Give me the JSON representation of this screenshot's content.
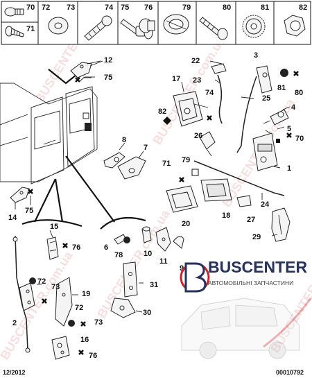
{
  "header": {
    "cells": [
      {
        "nums": [
          "70",
          "71"
        ],
        "icon": "bolt-washer-icon"
      },
      {
        "nums": [
          "72"
        ],
        "icon": "washer-icon"
      },
      {
        "nums": [
          "73"
        ],
        "icon": "screw-icon"
      },
      {
        "nums": [
          "74"
        ],
        "icon": "bolt-icon"
      },
      {
        "nums": [
          "75"
        ],
        "icon": "screw-washer-icon"
      },
      {
        "nums": [
          "76"
        ],
        "icon": "flange-bolt-icon"
      },
      {
        "nums": [
          "79"
        ],
        "icon": "grommet-icon"
      },
      {
        "nums": [
          "80"
        ],
        "icon": "countersunk-screw-icon"
      },
      {
        "nums": [
          "81"
        ],
        "icon": "lock-washer-icon"
      },
      {
        "nums": [
          "82"
        ],
        "icon": "nut-icon"
      }
    ]
  },
  "labels": {
    "l1": "1",
    "l2": "2",
    "l3": "3",
    "l4": "4",
    "l5": "5",
    "l6": "6",
    "l7": "7",
    "l8": "8",
    "l9": "9",
    "l10": "10",
    "l11": "11",
    "l12": "12",
    "l14": "14",
    "l15": "15",
    "l16": "16",
    "l17": "17",
    "l18": "18",
    "l19": "19",
    "l20": "20",
    "l22": "22",
    "l23": "23",
    "l24": "24",
    "l25": "25",
    "l26": "26",
    "l27": "27",
    "l29": "29",
    "l30": "30",
    "l31": "31",
    "r70": "70",
    "r71": "71",
    "r72a": "72",
    "r72b": "72",
    "r73a": "73",
    "r73b": "73",
    "r74": "74",
    "r75a": "75",
    "r75b": "75",
    "r76a": "76",
    "r76b": "76",
    "r78": "78",
    "r79": "79",
    "r80": "80",
    "r81": "81",
    "r82": "82"
  },
  "brand": {
    "name": "BUSCENTER",
    "subtitle": "АВТОМОБІЛЬНІ ЗАПЧАСТИНИ",
    "watermark": "BUSCENTER.com.ua"
  },
  "footer": {
    "date": "12/2012",
    "code": "00010792"
  },
  "colors": {
    "accent": "#c8242b",
    "brand_text": "#26325c",
    "line": "#222222"
  }
}
